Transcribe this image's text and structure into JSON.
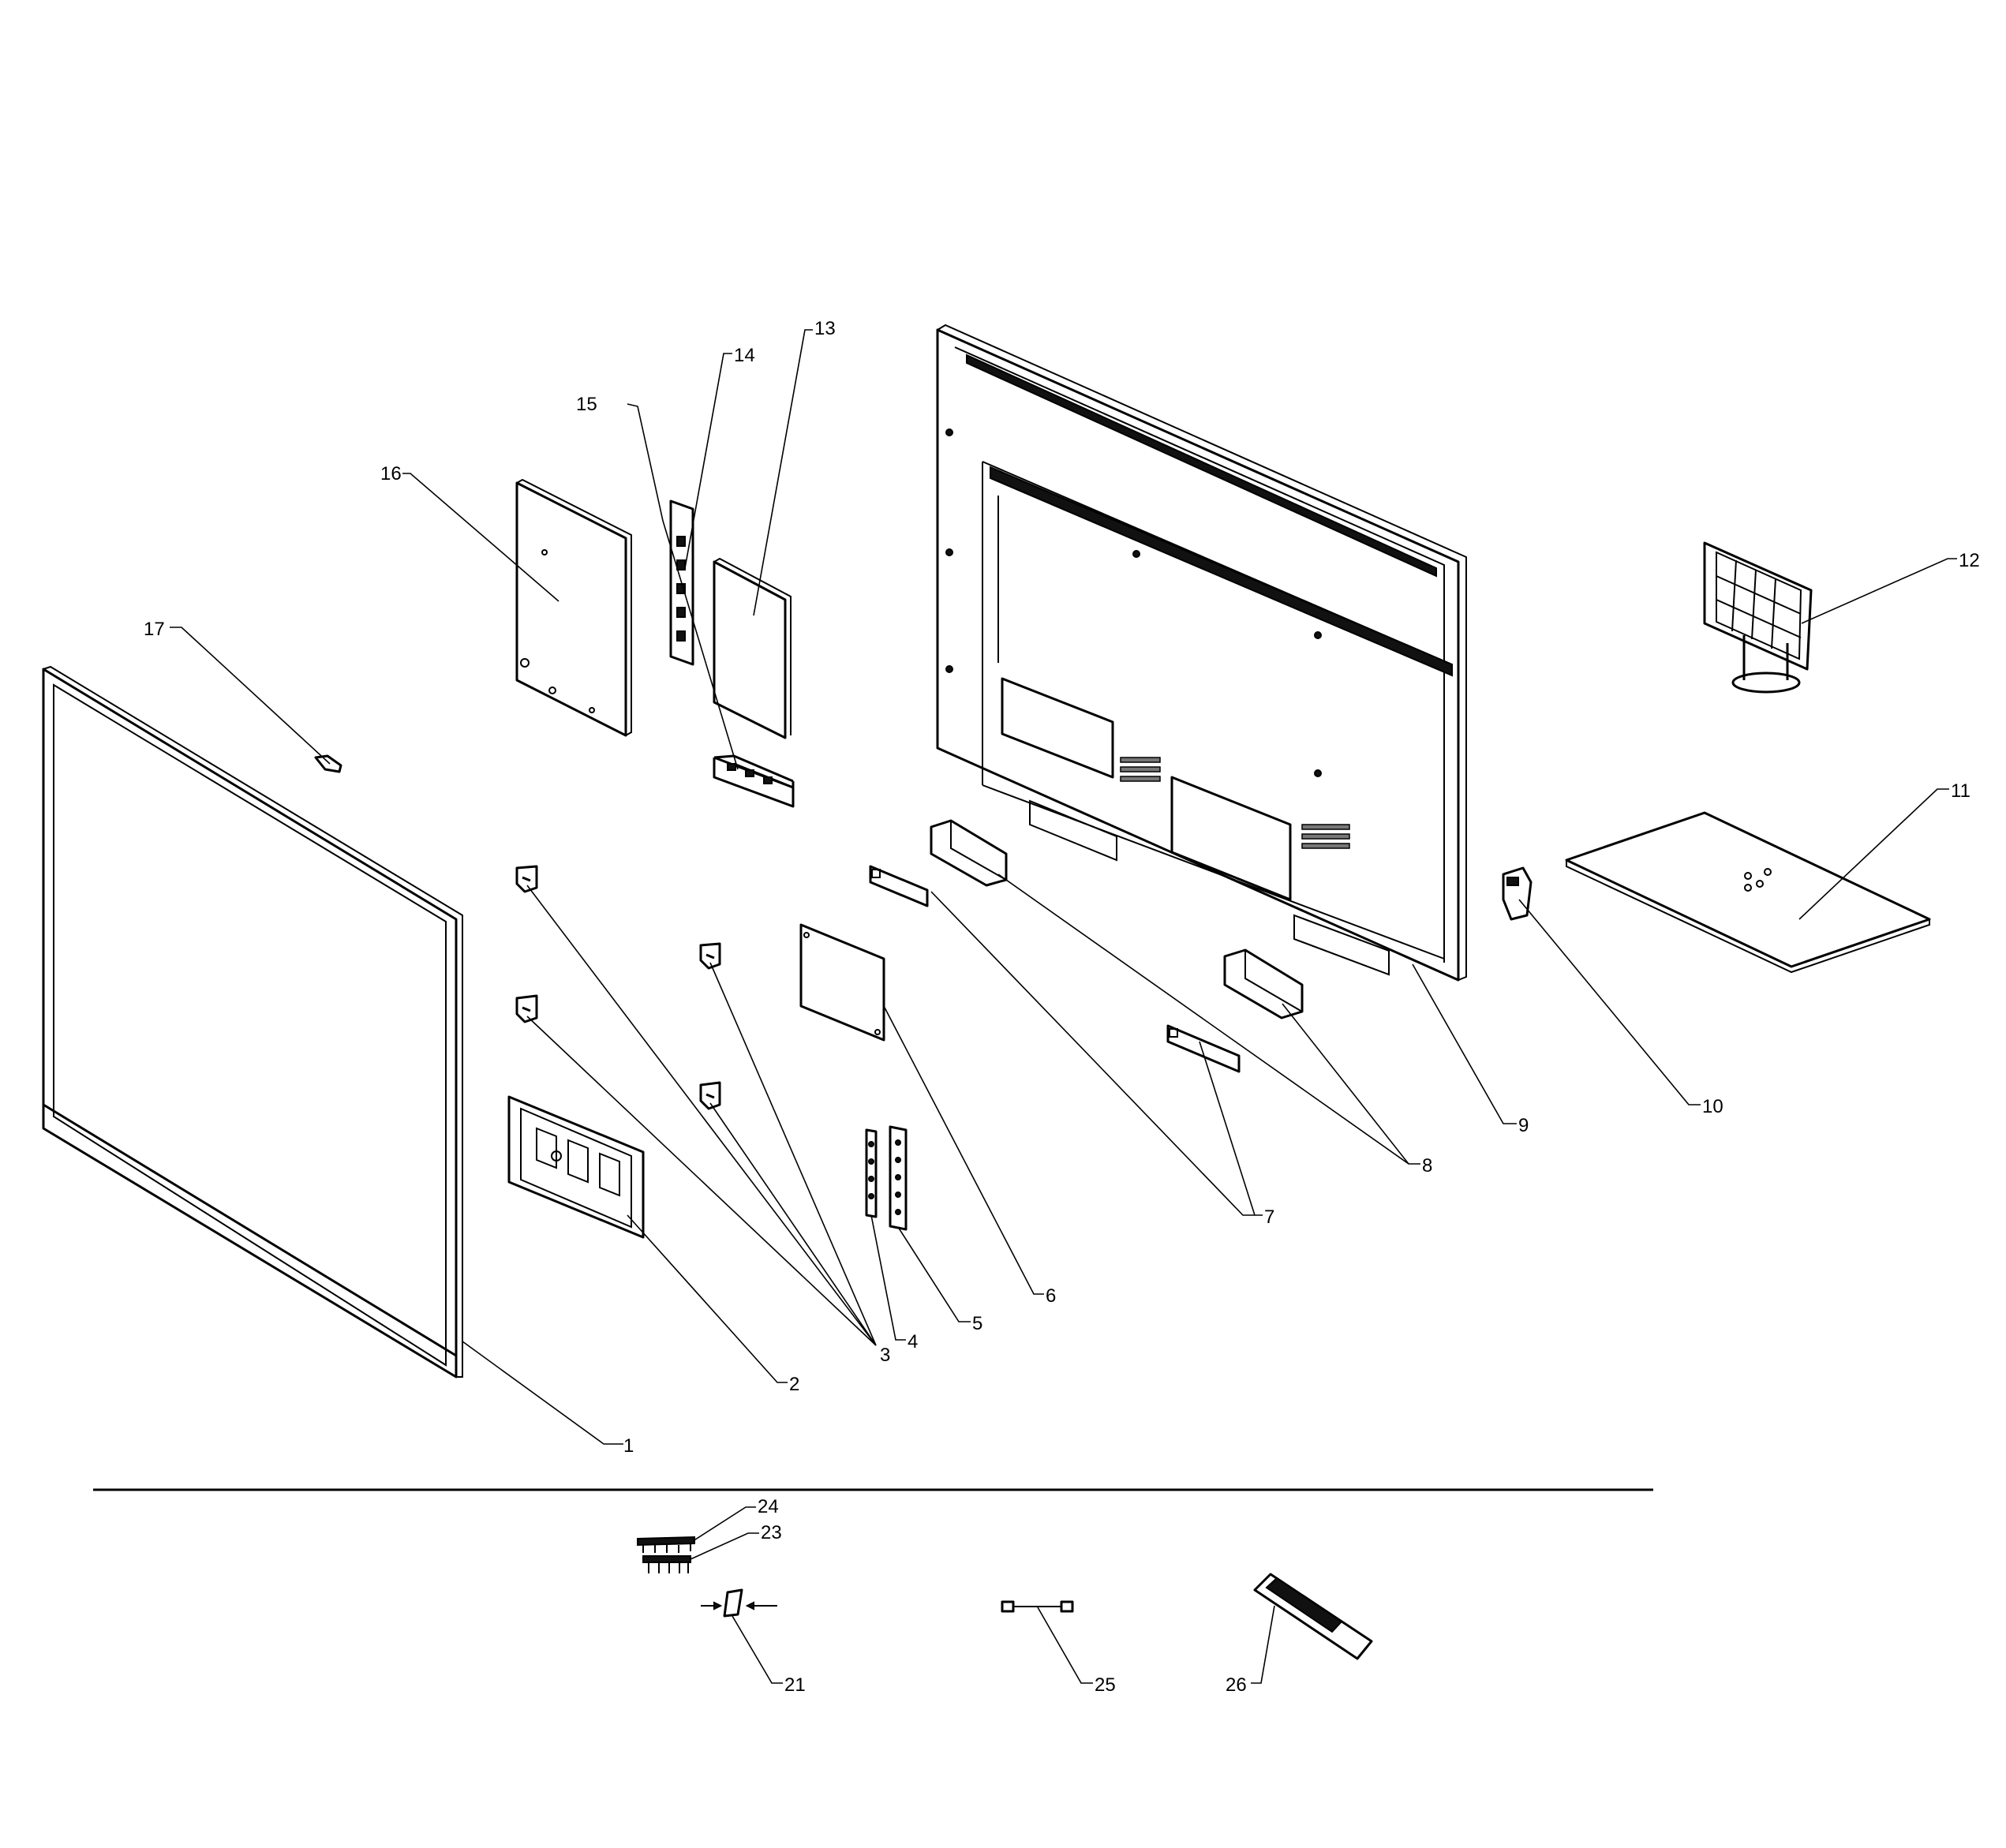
{
  "diagram": {
    "callouts": [
      {
        "id": "1",
        "label": "1"
      },
      {
        "id": "2",
        "label": "2"
      },
      {
        "id": "3",
        "label": "3"
      },
      {
        "id": "4",
        "label": "4"
      },
      {
        "id": "5",
        "label": "5"
      },
      {
        "id": "6",
        "label": "6"
      },
      {
        "id": "7",
        "label": "7"
      },
      {
        "id": "8",
        "label": "8"
      },
      {
        "id": "9",
        "label": "9"
      },
      {
        "id": "10",
        "label": "10"
      },
      {
        "id": "11",
        "label": "11"
      },
      {
        "id": "12",
        "label": "12"
      },
      {
        "id": "13",
        "label": "13"
      },
      {
        "id": "14",
        "label": "14"
      },
      {
        "id": "15",
        "label": "15"
      },
      {
        "id": "16",
        "label": "16"
      },
      {
        "id": "17",
        "label": "17"
      },
      {
        "id": "21",
        "label": "21"
      },
      {
        "id": "23",
        "label": "23"
      },
      {
        "id": "24",
        "label": "24"
      },
      {
        "id": "25",
        "label": "25"
      },
      {
        "id": "26",
        "label": "26"
      }
    ]
  }
}
